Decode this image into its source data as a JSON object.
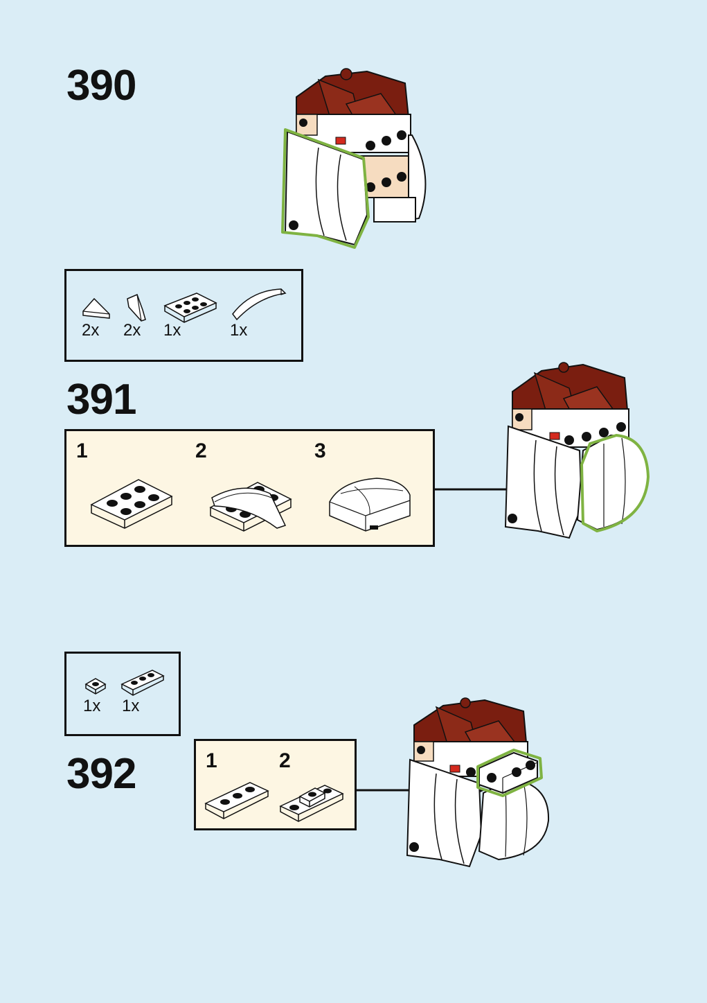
{
  "steps": [
    {
      "number": "390"
    },
    {
      "number": "391",
      "parts": [
        {
          "qty": "2x"
        },
        {
          "qty": "2x"
        },
        {
          "qty": "1x"
        },
        {
          "qty": "1x"
        }
      ],
      "substeps": [
        "1",
        "2",
        "3"
      ]
    },
    {
      "number": "392",
      "parts": [
        {
          "qty": "1x"
        },
        {
          "qty": "1x"
        }
      ],
      "substeps": [
        "1",
        "2"
      ]
    }
  ],
  "colors": {
    "background": "#daedf6",
    "subassembly_bg": "#fdf6e3",
    "highlight": "#7fb342",
    "hair": "#7a1e10",
    "skin": "#f6dcc0",
    "accent_red": "#d42a1e"
  }
}
